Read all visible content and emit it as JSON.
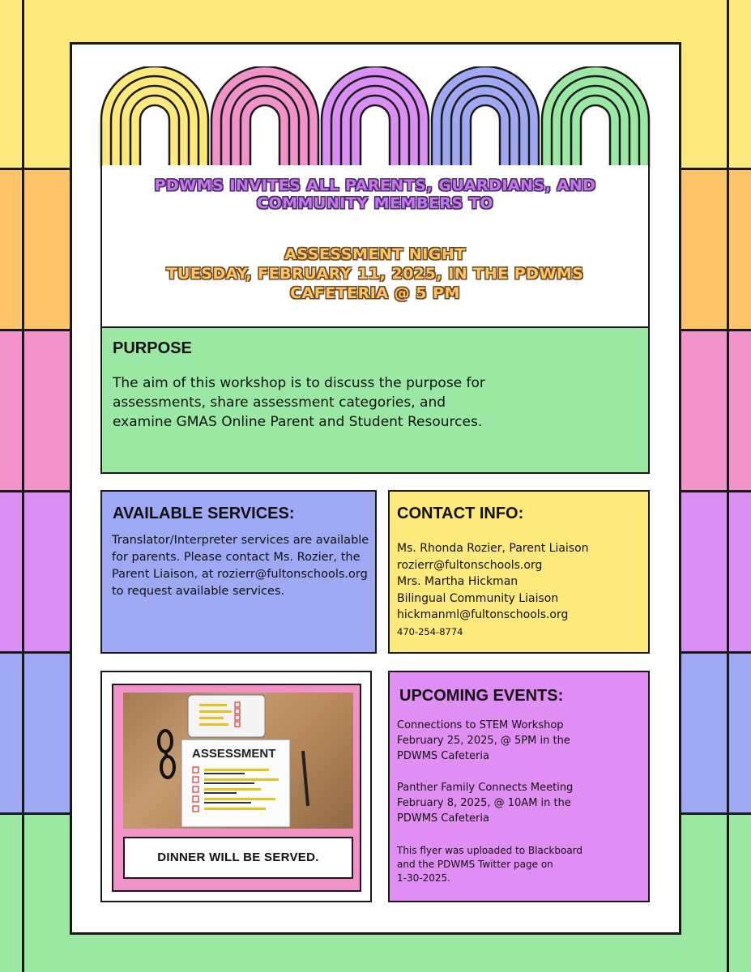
{
  "colors": {
    "yellow": "#fde97c",
    "orange": "#ffc46a",
    "pink": "#f192c8",
    "purple": "#d98ff3",
    "blue": "#9fa8f3",
    "green": "#9be8a5"
  },
  "header": {
    "invite_line1": "PDWMS invites all Parents, Guardians, and",
    "invite_line2": "Community Members to",
    "event_name": "Assessment Night",
    "event_when1": "Tuesday, February 11, 2025, in the PDWMS",
    "event_when2": "Cafeteria @ 5 PM"
  },
  "purpose": {
    "heading": "PURPOSE",
    "text": "The aim of this workshop is to discuss the purpose for assessments, share assessment categories, and examine GMAS Online Parent and Student Resources."
  },
  "services": {
    "heading": "AVAILABLE SERVICES:",
    "text": "Translator/Interpreter services are available for parents. Please contact Ms. Rozier, the Parent Liaison, at rozierr@fultonschools.org to request available services."
  },
  "contact": {
    "heading": "CONTACT INFO:",
    "line1": "Ms. Rhonda Rozier, Parent Liaison",
    "line2": "rozierr@fultonschools.org",
    "line3": "Mrs. Martha Hickman",
    "line4": "Bilingual Community Liaison",
    "line5": "hickmanml@fultonschools.org",
    "phone": "470-254-8774"
  },
  "image": {
    "sign_text": "ASSESSMENT",
    "caption": "DINNER WILL BE SERVED."
  },
  "events": {
    "heading": "UPCOMING EVENTS:",
    "event1_line1": "Connections to STEM Workshop",
    "event1_line2": "February 25, 2025, @ 5PM in the",
    "event1_line3": "PDWMS Cafeteria",
    "event2_line1": "Panther Family Connects Meeting",
    "event2_line2": "February 8, 2025, @ 10AM in the",
    "event2_line3": "PDWMS Cafeteria",
    "note_line1": "This flyer was uploaded to Blackboard",
    "note_line2": "and the PDWMS Twitter page on",
    "note_line3": "1-30-2025."
  }
}
